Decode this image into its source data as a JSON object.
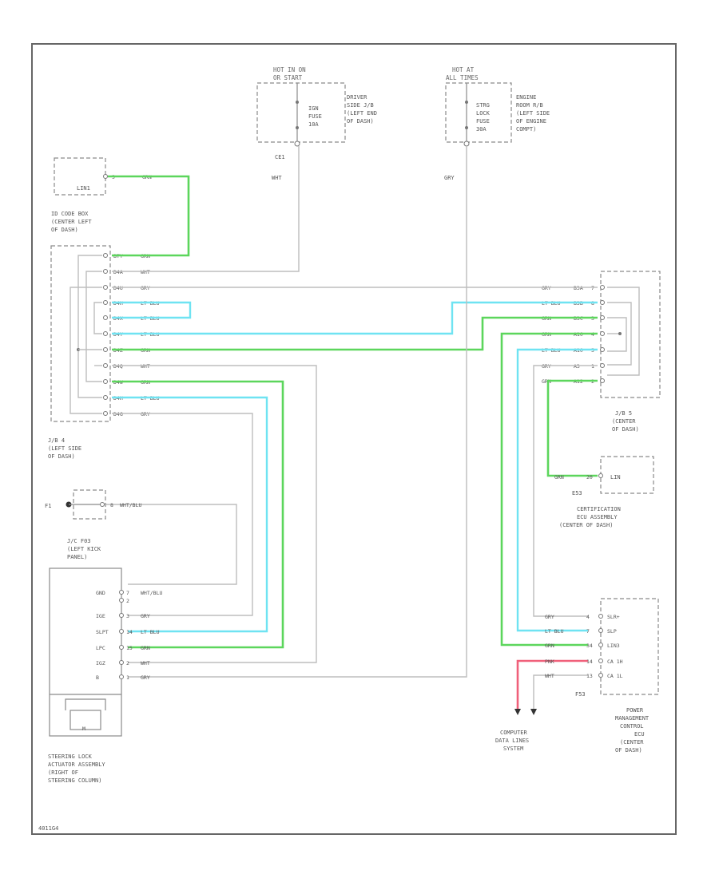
{
  "fuse1": {
    "header1": "HOT IN ON",
    "header2": "OR START",
    "f1": "IGN",
    "f2": "FUSE",
    "f3": "10A",
    "loc1": "DRIVER",
    "loc2": "SIDE J/B",
    "loc3": "(LEFT END",
    "loc4": "OF DASH)",
    "conn": "CE1",
    "wire": "WHT"
  },
  "fuse2": {
    "header1": "HOT AT",
    "header2": "ALL TIMES",
    "f1": "STRG",
    "f2": "LOCK",
    "f3": "FUSE",
    "f4": "30A",
    "loc1": "ENGINE",
    "loc2": "ROOM R/B",
    "loc3": "(LEFT SIDE",
    "loc4": "OF ENGINE",
    "loc5": "COMPT)",
    "wire": "GRY"
  },
  "idbox": {
    "label": "LIN1",
    "pin": "5",
    "wire": "GRN",
    "name1": "ID CODE BOX",
    "name2": "(CENTER LEFT",
    "name3": "OF DASH)"
  },
  "jb4": {
    "name1": "J/B 4",
    "name2": "(LEFT SIDE",
    "name3": "OF DASH)",
    "rows": [
      {
        "pin": "",
        "code": "BTY",
        "wire": "GRN"
      },
      {
        "pin": "",
        "code": "D4A",
        "wire": "WHT"
      },
      {
        "pin": "",
        "code": "D4U",
        "wire": "GRY"
      },
      {
        "pin": "",
        "code": "D4H",
        "wire": "LT BLU"
      },
      {
        "pin": "",
        "code": "D4X",
        "wire": "LT BLU"
      },
      {
        "pin": "",
        "code": "D4Y",
        "wire": "LT BLU"
      },
      {
        "pin": "",
        "code": "D4Z",
        "wire": "GRN"
      },
      {
        "pin": "",
        "code": "D4Q",
        "wire": "WHT"
      },
      {
        "pin": "",
        "code": "D4W",
        "wire": "GRN"
      },
      {
        "pin": "",
        "code": "D4H",
        "wire": "LT BLU"
      },
      {
        "pin": "",
        "code": "D4G",
        "wire": "GRY"
      }
    ]
  },
  "jb5": {
    "name1": "J/B 5",
    "name2": "(CENTER",
    "name3": "OF DASH)",
    "rows": [
      {
        "wire": "GRY",
        "code": "B3A",
        "pin": "7"
      },
      {
        "wire": "LT BLU",
        "code": "B3B",
        "pin": "8"
      },
      {
        "wire": "GRN",
        "code": "B3C",
        "pin": "3"
      },
      {
        "wire": "GRN",
        "code": "A10",
        "pin": "4"
      },
      {
        "wire": "LT BLU",
        "code": "A10",
        "pin": "5"
      },
      {
        "wire": "GRY",
        "code": "A3",
        "pin": "1"
      },
      {
        "wire": "GRN",
        "code": "A12",
        "pin": "2"
      }
    ]
  },
  "ground": {
    "label": "F1",
    "pin": "8",
    "wire": "WHT/BLU"
  },
  "jc": {
    "name1": "J/C F03",
    "name2": "(LEFT KICK",
    "name3": "PANEL)"
  },
  "steering": {
    "pins": [
      {
        "label": "GND",
        "num": "7",
        "wire": "WHT/BLU"
      },
      {
        "label": "",
        "num": "2",
        "wire": ""
      },
      {
        "label": "IGE",
        "num": "3",
        "wire": "GRY"
      },
      {
        "label": "SLPT",
        "num": "14",
        "wire": "LT BLU"
      },
      {
        "label": "LPC",
        "num": "15",
        "wire": "GRN"
      },
      {
        "label": "IGZ",
        "num": "2",
        "wire": "WHT"
      },
      {
        "label": "B",
        "num": "1",
        "wire": "GRY"
      }
    ],
    "motor": "M",
    "name1": "STEERING LOCK",
    "name2": "ACTUATOR ASSEMBLY",
    "name3": "(RIGHT OF",
    "name4": "STEERING COLUMN)"
  },
  "cert": {
    "conn": "E53",
    "pin": "20",
    "wire": "GRN",
    "label": "LIN",
    "name1": "CERTIFICATION",
    "name2": "ECU ASSEMBLY",
    "name3": "(CENTER OF DASH)"
  },
  "pm": {
    "rows": [
      {
        "wire": "GRY",
        "pin": "4",
        "label": "SLR+"
      },
      {
        "wire": "LT BLU",
        "pin": "7",
        "label": "SLP"
      },
      {
        "wire": "GRN",
        "pin": "34",
        "label": "LIN3"
      },
      {
        "wire": "PNK",
        "pin": "14",
        "label": "CA 1H"
      },
      {
        "wire": "WHT",
        "pin": "13",
        "label": "CA 1L"
      }
    ],
    "conn": "F53",
    "name1": "POWER",
    "name2": "MANAGEMENT",
    "name3": "CONTROL",
    "name4": "ECU",
    "name5": "(CENTER",
    "name6": "OF DASH)"
  },
  "cdl": {
    "l1": "COMPUTER",
    "l2": "DATA LINES",
    "l3": "SYSTEM"
  },
  "footer": "4011G4"
}
